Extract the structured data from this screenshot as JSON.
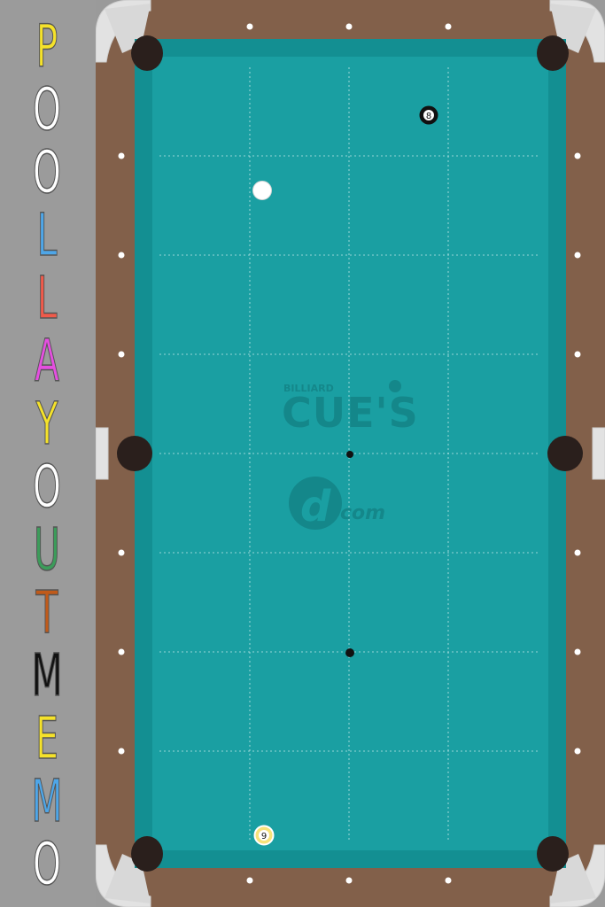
{
  "app": {
    "title_letters": [
      {
        "char": "P",
        "color": "#f5e22a"
      },
      {
        "char": "O",
        "color": "#ffffff"
      },
      {
        "char": "O",
        "color": "#ffffff"
      },
      {
        "char": "L",
        "color": "#4ea6e8"
      },
      {
        "char": "L",
        "color": "#f05a4a"
      },
      {
        "char": "A",
        "color": "#e54fe0"
      },
      {
        "char": "Y",
        "color": "#f5e22a"
      },
      {
        "char": "O",
        "color": "#ffffff"
      },
      {
        "char": "U",
        "color": "#3c9c5a"
      },
      {
        "char": "T",
        "color": "#c05a1a"
      },
      {
        "char": "M",
        "color": "#111111"
      },
      {
        "char": "E",
        "color": "#f5e22a"
      },
      {
        "char": "M",
        "color": "#4ea6e8"
      },
      {
        "char": "O",
        "color": "#ffffff"
      }
    ]
  },
  "logo": {
    "small_text": "BILLIARD",
    "main_text": "CUE'S",
    "dcom_text": "com"
  },
  "balls": [
    {
      "id": "cue",
      "label": "",
      "color": "#ffffff"
    },
    {
      "id": "8",
      "label": "8",
      "color": "#111111"
    },
    {
      "id": "9",
      "label": "9",
      "color": "#f6e27a"
    }
  ],
  "spots": [
    "center-spot",
    "foot-spot"
  ],
  "colors": {
    "felt": "#1a9fa2",
    "rail_wood": "#82604a",
    "corner_caps": "#e6e6e6",
    "pocket": "#2a1f1c"
  }
}
